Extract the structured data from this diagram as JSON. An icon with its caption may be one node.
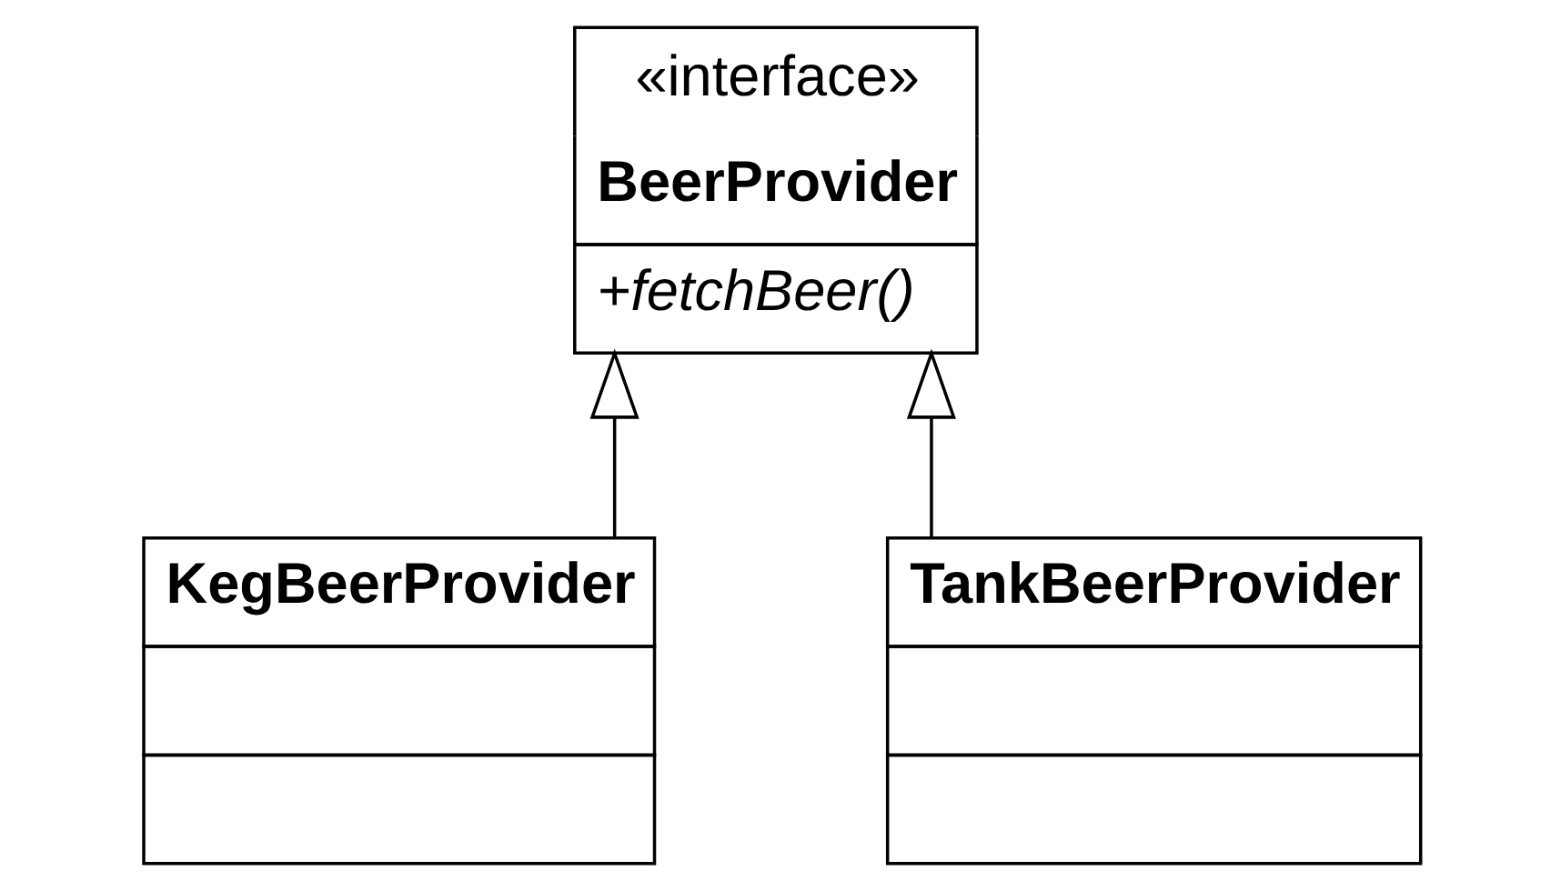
{
  "diagram": {
    "nodes": [
      {
        "text": [
          "«interface»",
          "BeerProvider",
          "+fetchBeer()"
        ]
      },
      {
        "text": [
          "KegBeerProvider"
        ]
      },
      {
        "text": [
          "TankBeerProvider"
        ]
      }
    ],
    "edges": [
      {
        "from": 1,
        "to": 0,
        "arrow": "to"
      },
      {
        "from": 2,
        "to": 0,
        "arrow": "to"
      }
    ]
  }
}
